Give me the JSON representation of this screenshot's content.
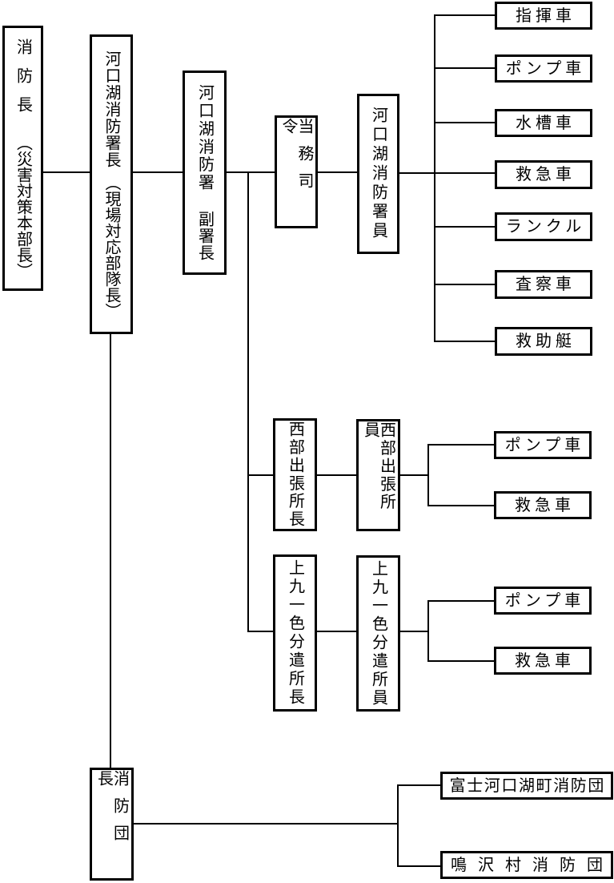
{
  "chart": {
    "background": "#ffffff",
    "line_color": "#000000",
    "text_color": "#000000",
    "nodes": {
      "fire_chief": {
        "title": "消防長",
        "subtitle": "（災害対策本部長）"
      },
      "station_chief": {
        "title": "河口湖消防署長",
        "subtitle": "（現場対応部隊長）"
      },
      "deputy_chief": {
        "title": "河口湖消防署",
        "subtitle": "副署長"
      },
      "duty_commander": {
        "title": "当務司令"
      },
      "station_staff": {
        "title": "河口湖消防署員"
      },
      "west_branch_chief": {
        "title": "西部出張所長"
      },
      "west_branch_staff": {
        "title": "西部出張所員"
      },
      "kamikuishiki_chief": {
        "title": "上九一色分遣所長"
      },
      "kamikuishiki_staff": {
        "title": "上九一色分遣所員"
      },
      "brigade_chief": {
        "title": "消防団長"
      }
    },
    "hq_vehicles": [
      "指揮車",
      "ポンプ車",
      "水槽車",
      "救急車",
      "ランクル",
      "査察車",
      "救助艇"
    ],
    "west_vehicles": [
      "ポンプ車",
      "救急車"
    ],
    "kamikuishiki_vehicles": [
      "ポンプ車",
      "救急車"
    ],
    "brigades": [
      "富士河口湖町消防団",
      "鳴沢村消防団"
    ]
  }
}
